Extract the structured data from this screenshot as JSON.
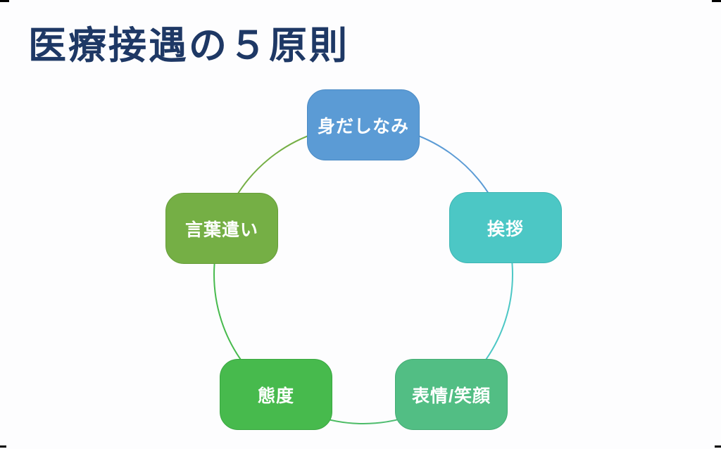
{
  "page": {
    "title": "医療接遇の５原則",
    "title_color": "#1E3865",
    "background": "#FDFDFE"
  },
  "diagram": {
    "type": "cycle",
    "nodes": [
      {
        "label": "身だしなみ",
        "fill": "#5B9BD5",
        "border": "#4A8AC4",
        "position": "top"
      },
      {
        "label": "挨拶",
        "fill": "#4CC7C5",
        "border": "#3DB5B3",
        "position": "right"
      },
      {
        "label": "表情/笑顔",
        "fill": "#52BE84",
        "border": "#43AD74",
        "position": "bottom-right"
      },
      {
        "label": "態度",
        "fill": "#47BA4D",
        "border": "#3AA841",
        "position": "bottom-left"
      },
      {
        "label": "言葉遣い",
        "fill": "#75AF45",
        "border": "#669D39",
        "position": "left"
      }
    ]
  }
}
